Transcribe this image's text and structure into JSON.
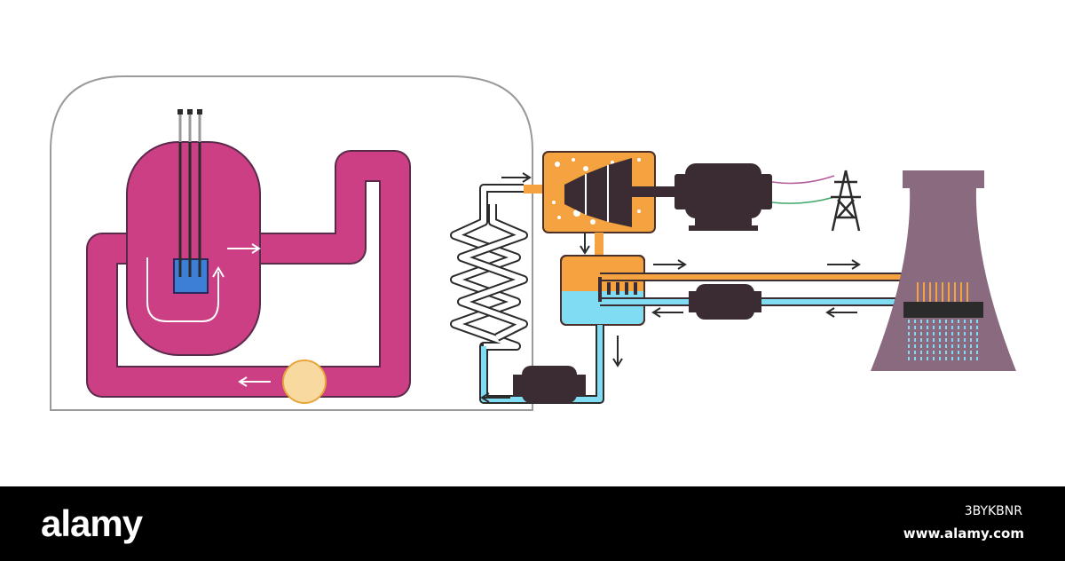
{
  "footer": {
    "brand": "alamy",
    "image_id": "3BYKBNR",
    "site": "www.alamy.com"
  },
  "colors": {
    "primary_loop": "#cc3f85",
    "primary_outline": "#5a2a4a",
    "pump": "#f8d9a0",
    "steam": "#f4a340",
    "water": "#7fdcf2",
    "machine_dark": "#3a2c32",
    "cooling_tower": "#8a6a7e",
    "fuel_core": "#3d7fd6",
    "footer_bg": "#000000"
  },
  "icons": [
    "containment-dome",
    "reactor-vessel",
    "control-rods",
    "fuel-core-icon",
    "primary-pump-icon",
    "steam-generator-coil",
    "turbine-icon",
    "generator-icon",
    "power-pylon-icon",
    "condenser",
    "feedwater-pump-icon",
    "cooling-pump-icon",
    "cooling-tower-icon",
    "flow-arrow-icon"
  ]
}
